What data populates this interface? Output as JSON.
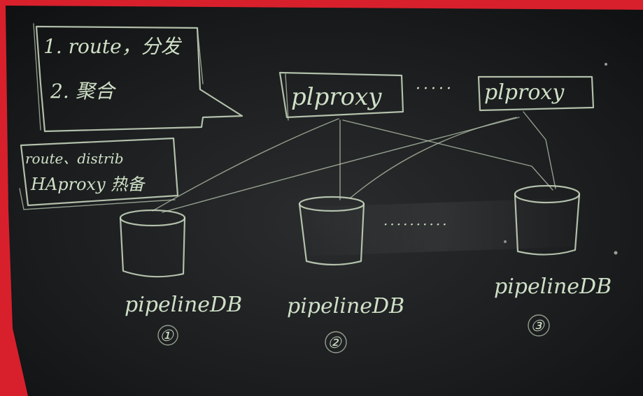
{
  "note_box": {
    "line1": "1. route，分发",
    "line2": "2. 聚合"
  },
  "side_note": {
    "line1": "route、distrib",
    "line2": "HAproxy 热备"
  },
  "proxies": [
    {
      "label": "plproxy"
    },
    {
      "label": "plproxy"
    }
  ],
  "proxy_gap": "·····",
  "databases": [
    {
      "label": "pipelineDB",
      "index": "①"
    },
    {
      "label": "pipelineDB",
      "index": "②"
    },
    {
      "label": "pipelineDB",
      "index": "③"
    }
  ],
  "db_gap": "··········",
  "colors": {
    "frame": "#d8202c",
    "board": "#16181a",
    "chalk": "#cfe0c6"
  }
}
